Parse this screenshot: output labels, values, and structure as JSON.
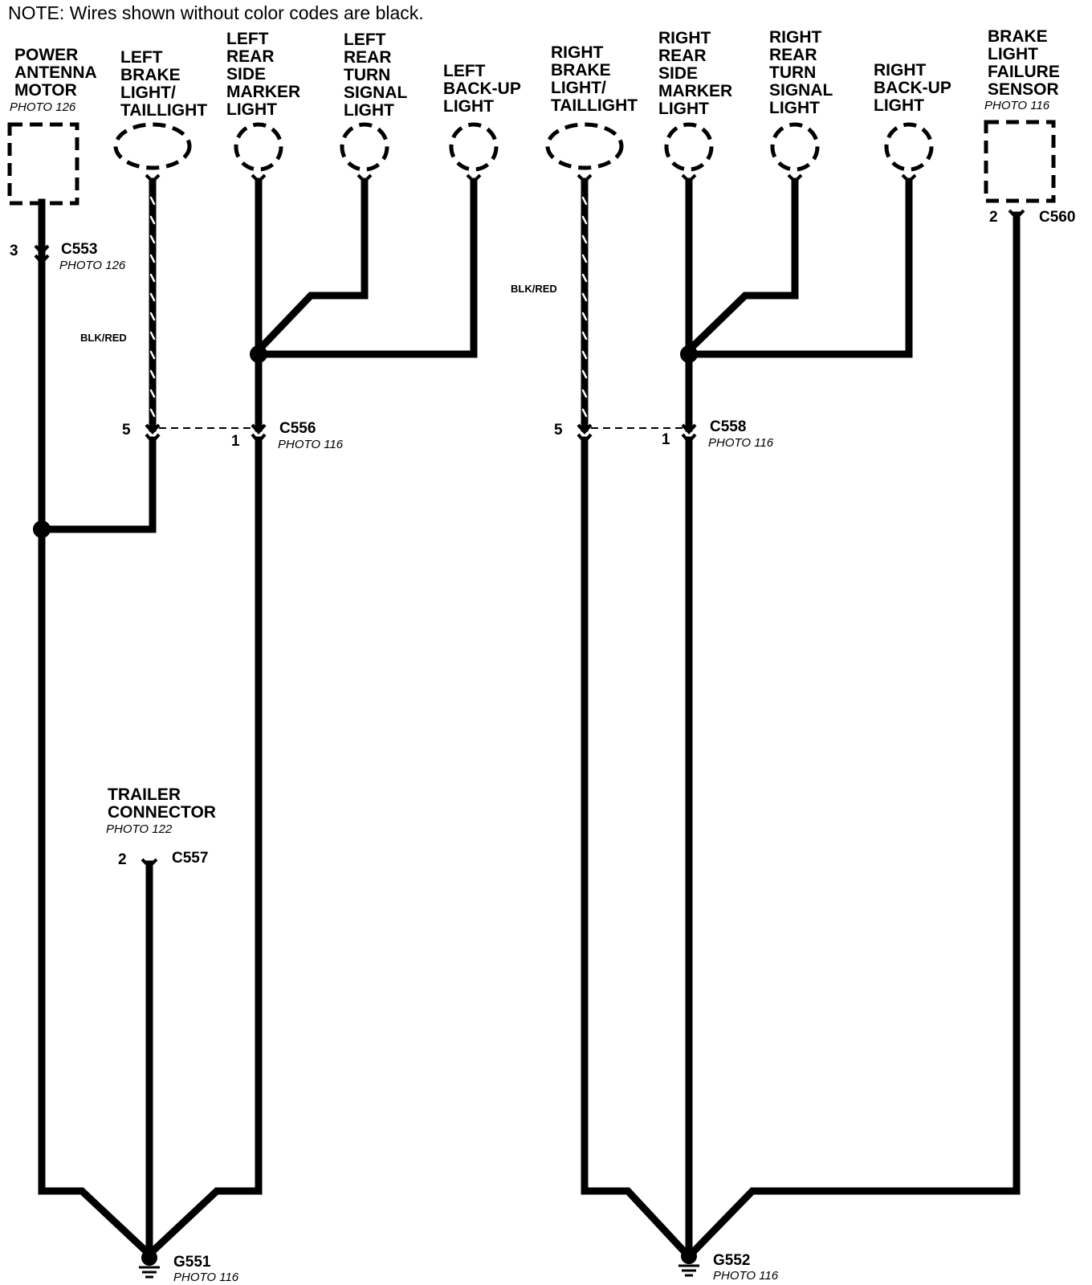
{
  "note": "NOTE: Wires shown without color codes are black.",
  "components": {
    "power_antenna_motor": {
      "lines": [
        "POWER",
        "ANTENNA",
        "MOTOR"
      ],
      "photo": "PHOTO 126"
    },
    "left_brake_light": {
      "lines": [
        "LEFT",
        "BRAKE",
        "LIGHT/",
        "TAILLIGHT"
      ]
    },
    "left_rear_side_marker": {
      "lines": [
        "LEFT",
        "REAR",
        "SIDE",
        "MARKER",
        "LIGHT"
      ]
    },
    "left_rear_turn_signal": {
      "lines": [
        "LEFT",
        "REAR",
        "TURN",
        "SIGNAL",
        "LIGHT"
      ]
    },
    "left_backup_light": {
      "lines": [
        "LEFT",
        "BACK-UP",
        "LIGHT"
      ]
    },
    "right_brake_light": {
      "lines": [
        "RIGHT",
        "BRAKE",
        "LIGHT/",
        "TAILLIGHT"
      ]
    },
    "right_rear_side_marker": {
      "lines": [
        "RIGHT",
        "REAR",
        "SIDE",
        "MARKER",
        "LIGHT"
      ]
    },
    "right_rear_turn_signal": {
      "lines": [
        "RIGHT",
        "REAR",
        "TURN",
        "SIGNAL",
        "LIGHT"
      ]
    },
    "right_backup_light": {
      "lines": [
        "RIGHT",
        "BACK-UP",
        "LIGHT"
      ]
    },
    "brake_light_failure_sensor": {
      "lines": [
        "BRAKE",
        "LIGHT",
        "FAILURE",
        "SENSOR"
      ],
      "photo": "PHOTO 116"
    },
    "trailer_connector": {
      "lines": [
        "TRAILER",
        "CONNECTOR"
      ],
      "photo": "PHOTO 122"
    }
  },
  "connectors": {
    "c553": {
      "name": "C553",
      "pin": "3",
      "photo": "PHOTO 126"
    },
    "c556": {
      "name": "C556",
      "pin_left": "5",
      "pin_right": "1",
      "photo": "PHOTO 116"
    },
    "c558": {
      "name": "C558",
      "pin_left": "5",
      "pin_right": "1",
      "photo": "PHOTO 116"
    },
    "c560": {
      "name": "C560",
      "pin": "2"
    },
    "c557": {
      "name": "C557",
      "pin": "2"
    }
  },
  "grounds": {
    "g551": {
      "name": "G551",
      "photo": "PHOTO 116"
    },
    "g552": {
      "name": "G552",
      "photo": "PHOTO 116"
    }
  },
  "wire_colors": {
    "left": "BLK/RED",
    "right": "BLK/RED"
  }
}
